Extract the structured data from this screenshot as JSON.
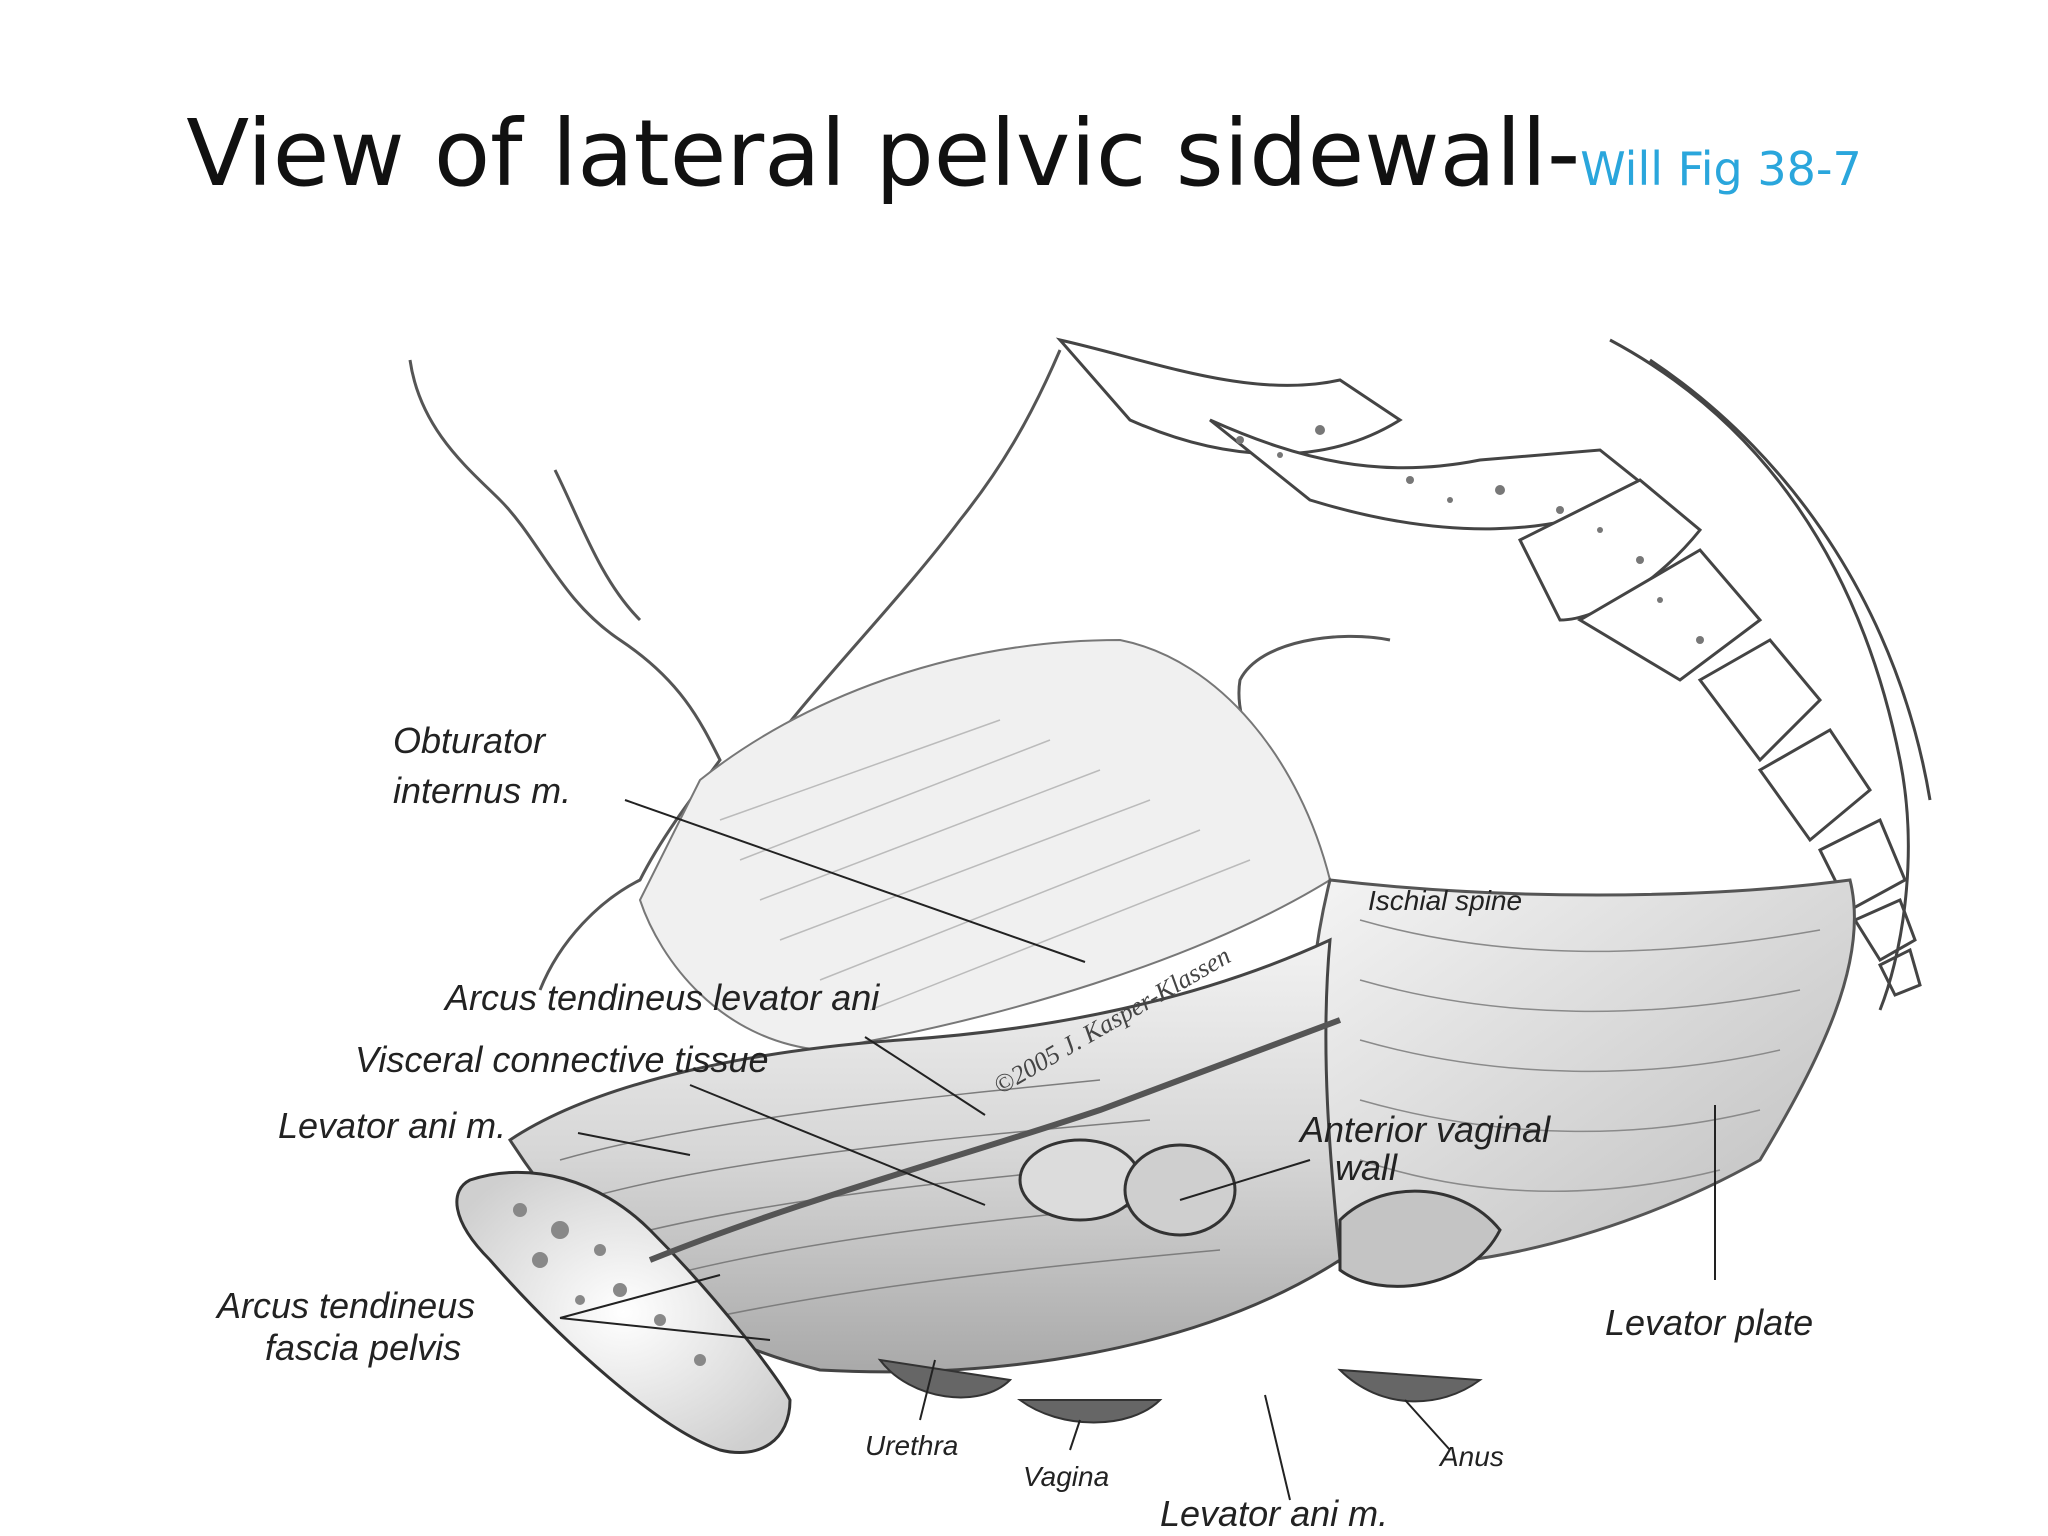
{
  "slide": {
    "title": "View of lateral pelvic sidewall-",
    "figure_ref": "Will Fig 38-7",
    "ref_color": "#2aa6dc"
  },
  "labels": {
    "obturator_internus_line1": "Obturator",
    "obturator_internus_line2": "internus m.",
    "ischial_spine": "Ischial spine",
    "arcus_tendineus_levator_ani": "Arcus tendineus levator ani",
    "visceral_connective_tissue": "Visceral connective tissue",
    "levator_ani_m_left": "Levator ani m.",
    "anterior_vaginal_wall_line1": "Anterior vaginal",
    "anterior_vaginal_wall_line2": "wall",
    "arcus_tendineus_fascia_line1": "Arcus tendineus",
    "arcus_tendineus_fascia_line2": "fascia pelvis",
    "levator_plate": "Levator plate",
    "urethra": "Urethra",
    "vagina": "Vagina",
    "anus": "Anus",
    "levator_ani_m_bottom": "Levator ani m."
  },
  "signature": "©2005 J. Kasper-Klassen"
}
